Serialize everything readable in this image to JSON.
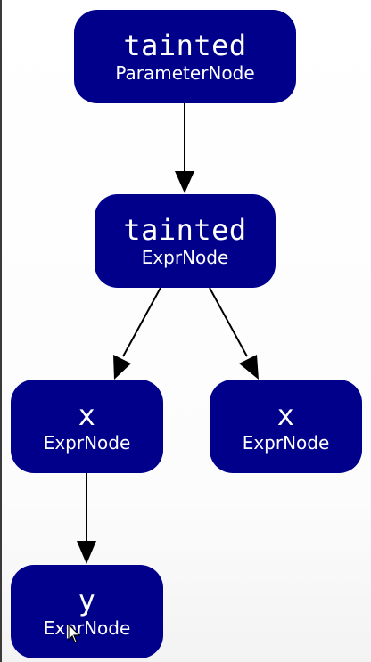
{
  "nodes": {
    "param": {
      "name": "tainted",
      "kind": "ParameterNode"
    },
    "expr": {
      "name": "tainted",
      "kind": "ExprNode"
    },
    "x_left": {
      "name": "x",
      "kind": "ExprNode"
    },
    "x_right": {
      "name": "x",
      "kind": "ExprNode"
    },
    "y": {
      "name": "y",
      "kind": "ExprNode"
    }
  },
  "edges": [
    {
      "from": "param",
      "to": "expr"
    },
    {
      "from": "expr",
      "to": "x_left"
    },
    {
      "from": "expr",
      "to": "x_right"
    },
    {
      "from": "x_left",
      "to": "y"
    }
  ],
  "colors": {
    "node_fill": "#00008b",
    "node_text": "#ffffff",
    "edge": "#000000"
  }
}
